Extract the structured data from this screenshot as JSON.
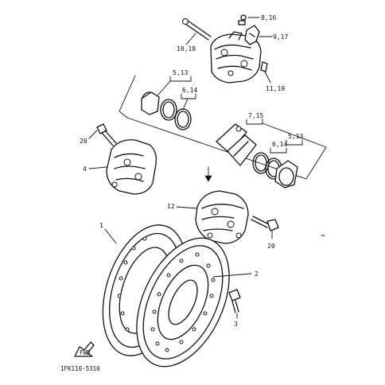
{
  "callouts": {
    "c8_16": "8,16",
    "c9_17": "9,17",
    "c10_18": "10,18",
    "c11_19": "11,19",
    "c5_13_top": "5,13",
    "c6_14_top": "6,14",
    "c7_15": "7,15",
    "c5_13_right": "5,13",
    "c6_14_right": "6,14",
    "c20_top": "20",
    "c4": "4",
    "c12": "12",
    "c20_bottom": "20",
    "c1": "1",
    "c2": "2",
    "c3": "3"
  },
  "diagram_code": "1FK110-5310",
  "arrow_glyph": "FWD"
}
